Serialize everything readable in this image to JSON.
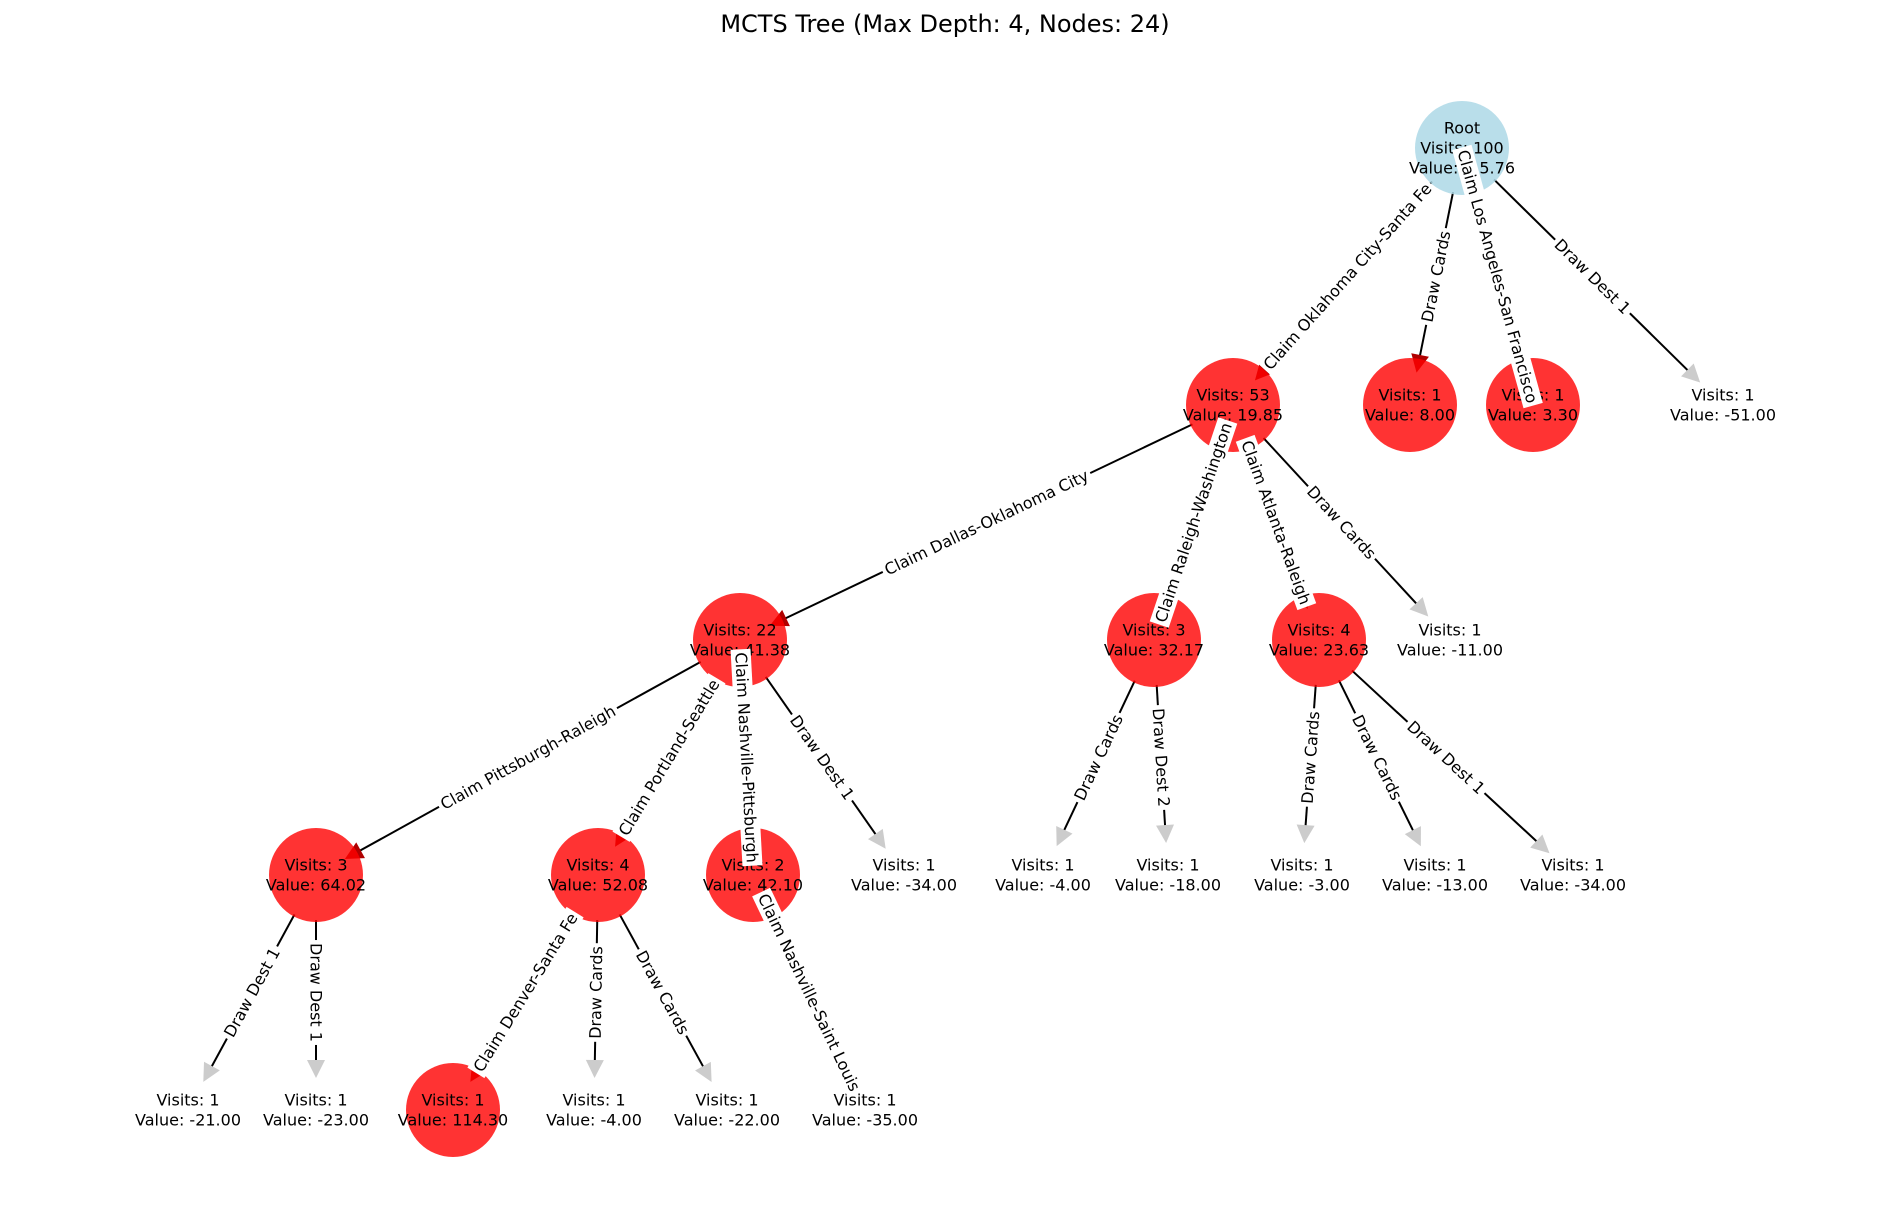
{
  "title": "MCTS Tree (Max Depth: 4, Nodes: 24)",
  "colors": {
    "root": "#add8e6",
    "expanded": "#ff0000",
    "leaf_arrow": "#cccccc",
    "edge": "#000000",
    "edge_label_bg": "#ffffff"
  },
  "nodes": [
    {
      "id": "root",
      "type": "root",
      "lines": [
        "Root",
        "Visits: 100",
        "Value: -15.76"
      ]
    },
    {
      "id": "n1",
      "type": "expanded",
      "lines": [
        "Visits: 53",
        "Value: 19.85"
      ]
    },
    {
      "id": "n2",
      "type": "expanded",
      "lines": [
        "Visits: 1",
        "Value: 8.00"
      ]
    },
    {
      "id": "n3",
      "type": "expanded",
      "lines": [
        "Visits: 1",
        "Value: 3.30"
      ]
    },
    {
      "id": "n4",
      "type": "leaf",
      "lines": [
        "Visits: 1",
        "Value: -51.00"
      ]
    },
    {
      "id": "n5",
      "type": "expanded",
      "lines": [
        "Visits: 22",
        "Value: 41.38"
      ]
    },
    {
      "id": "n6",
      "type": "expanded",
      "lines": [
        "Visits: 3",
        "Value: 32.17"
      ]
    },
    {
      "id": "n7",
      "type": "expanded",
      "lines": [
        "Visits: 4",
        "Value: 23.63"
      ]
    },
    {
      "id": "n8",
      "type": "leaf",
      "lines": [
        "Visits: 1",
        "Value: -11.00"
      ]
    },
    {
      "id": "n9",
      "type": "expanded",
      "lines": [
        "Visits: 3",
        "Value: 64.02"
      ]
    },
    {
      "id": "n10",
      "type": "expanded",
      "lines": [
        "Visits: 4",
        "Value: 52.08"
      ]
    },
    {
      "id": "n11",
      "type": "expanded",
      "lines": [
        "Visits: 2",
        "Value: 42.10"
      ]
    },
    {
      "id": "n12",
      "type": "leaf",
      "lines": [
        "Visits: 1",
        "Value: -34.00"
      ]
    },
    {
      "id": "n13",
      "type": "leaf",
      "lines": [
        "Visits: 1",
        "Value: -4.00"
      ]
    },
    {
      "id": "n14",
      "type": "leaf",
      "lines": [
        "Visits: 1",
        "Value: -18.00"
      ]
    },
    {
      "id": "n15",
      "type": "leaf",
      "lines": [
        "Visits: 1",
        "Value: -3.00"
      ]
    },
    {
      "id": "n16",
      "type": "leaf",
      "lines": [
        "Visits: 1",
        "Value: -13.00"
      ]
    },
    {
      "id": "n17",
      "type": "leaf",
      "lines": [
        "Visits: 1",
        "Value: -34.00"
      ]
    },
    {
      "id": "n18",
      "type": "leaf",
      "lines": [
        "Visits: 1",
        "Value: -21.00"
      ]
    },
    {
      "id": "n19",
      "type": "leaf",
      "lines": [
        "Visits: 1",
        "Value: -23.00"
      ]
    },
    {
      "id": "n20",
      "type": "expanded",
      "lines": [
        "Visits: 1",
        "Value: 114.30"
      ]
    },
    {
      "id": "n21",
      "type": "leaf",
      "lines": [
        "Visits: 1",
        "Value: -4.00"
      ]
    },
    {
      "id": "n22",
      "type": "leaf",
      "lines": [
        "Visits: 1",
        "Value: -22.00"
      ]
    },
    {
      "id": "n23",
      "type": "leaf",
      "lines": [
        "Visits: 1",
        "Value: -35.00"
      ]
    }
  ],
  "edges": [
    {
      "from": "root",
      "to": "n1",
      "label": "Claim Oklahoma City-Santa Fe"
    },
    {
      "from": "root",
      "to": "n2",
      "label": "Draw Cards"
    },
    {
      "from": "root",
      "to": "n3",
      "label": "Claim Los Angeles-San Francisco"
    },
    {
      "from": "root",
      "to": "n4",
      "label": "Draw Dest 1"
    },
    {
      "from": "n1",
      "to": "n5",
      "label": "Claim Dallas-Oklahoma City"
    },
    {
      "from": "n1",
      "to": "n6",
      "label": "Claim Raleigh-Washington"
    },
    {
      "from": "n1",
      "to": "n7",
      "label": "Claim Atlanta-Raleigh"
    },
    {
      "from": "n1",
      "to": "n8",
      "label": "Draw Cards"
    },
    {
      "from": "n5",
      "to": "n9",
      "label": "Claim Pittsburgh-Raleigh"
    },
    {
      "from": "n5",
      "to": "n10",
      "label": "Claim Portland-Seattle"
    },
    {
      "from": "n5",
      "to": "n11",
      "label": "Claim Nashville-Pittsburgh"
    },
    {
      "from": "n5",
      "to": "n12",
      "label": "Draw Dest 1"
    },
    {
      "from": "n6",
      "to": "n13",
      "label": "Draw Cards"
    },
    {
      "from": "n6",
      "to": "n14",
      "label": "Draw Dest 2"
    },
    {
      "from": "n7",
      "to": "n15",
      "label": "Draw Cards"
    },
    {
      "from": "n7",
      "to": "n16",
      "label": "Draw Cards"
    },
    {
      "from": "n7",
      "to": "n17",
      "label": "Draw Dest 1"
    },
    {
      "from": "n9",
      "to": "n18",
      "label": "Draw Dest 1"
    },
    {
      "from": "n9",
      "to": "n19",
      "label": "Draw Dest 1"
    },
    {
      "from": "n10",
      "to": "n20",
      "label": "Claim Denver-Santa Fe"
    },
    {
      "from": "n10",
      "to": "n21",
      "label": "Draw Cards"
    },
    {
      "from": "n10",
      "to": "n22",
      "label": "Draw Cards"
    },
    {
      "from": "n11",
      "to": "n23",
      "label": "Claim Nashville-Saint Louis"
    }
  ]
}
